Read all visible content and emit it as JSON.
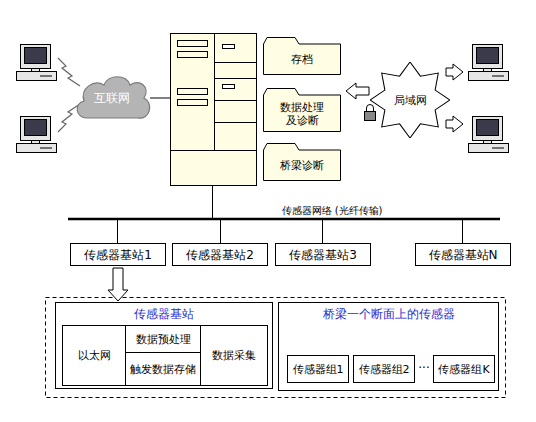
{
  "diagram": {
    "nodes": [
      {
        "text": [
          "互联网"
        ]
      },
      {
        "text": [
          "存档"
        ]
      },
      {
        "text": [
          "数据处理 及诊断"
        ]
      },
      {
        "text": [
          "桥梁诊断"
        ]
      },
      {
        "text": [
          "局域网"
        ]
      },
      {
        "text": [
          "传感器基站1"
        ]
      },
      {
        "text": [
          "传感器基站2"
        ]
      },
      {
        "text": [
          "传感器基站3"
        ]
      },
      {
        "text": [
          "传感器基站N"
        ]
      },
      {
        "text": [
          "传感器基站"
        ]
      },
      {
        "text": [
          "以太网"
        ],
        "in": 9
      },
      {
        "text": [
          "数据预处理"
        ],
        "in": 9
      },
      {
        "text": [
          "触发数据存储"
        ],
        "in": 9
      },
      {
        "text": [
          "数据采集"
        ],
        "in": 9
      },
      {
        "text": [
          "桥梁一个断面上的传感器"
        ]
      },
      {
        "text": [
          "传感器组1"
        ],
        "in": 14
      },
      {
        "text": [
          "传感器组2"
        ],
        "in": 14
      },
      {
        "text": [
          "传感器组K"
        ],
        "in": 14
      }
    ],
    "edges": [
      {
        "from": 5,
        "to": 9,
        "arrow": "to"
      }
    ],
    "labels": [
      "传感器网络 (光纤传输)",
      "···"
    ]
  }
}
